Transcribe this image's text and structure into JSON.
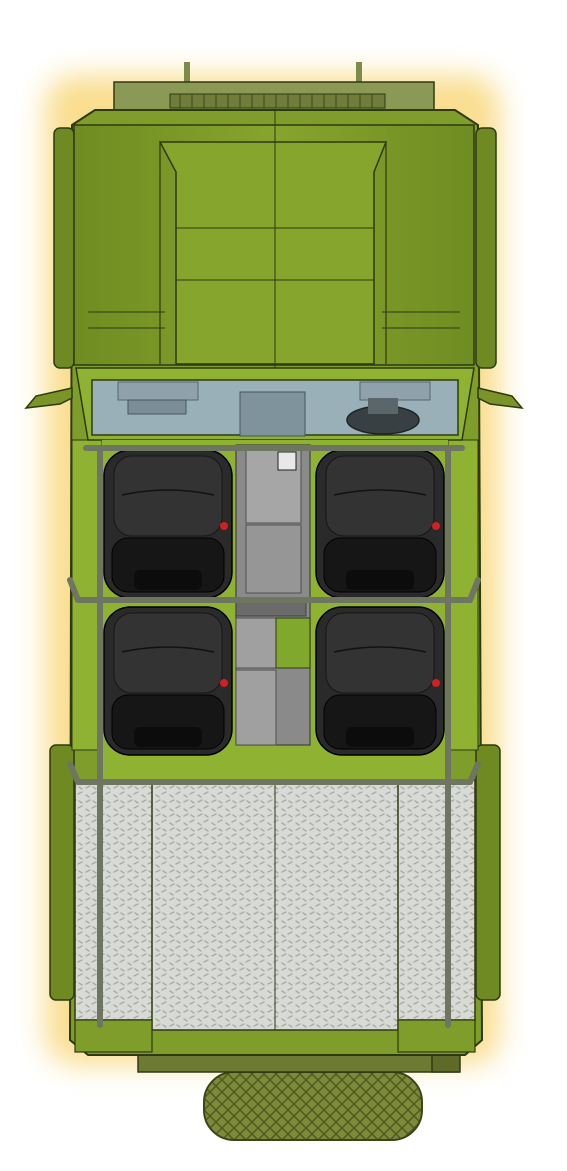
{
  "view": {
    "subject": "vehicle-top-view",
    "colors": {
      "background": "#ffffff",
      "glow": "#f5c542",
      "body": "#7f9d2a",
      "body_light": "#8fb233",
      "body_dark": "#5f7a1c",
      "line": "#2e3a12",
      "glass": "#9ab0b8",
      "seat": "#2a2a2a",
      "seat_dark": "#161616",
      "console": "#8a8a8a",
      "console_light": "#a6a6a6",
      "rollbar": "#6e7560",
      "bed_plate": "#d8dad6",
      "tire": "#7c8a3a",
      "light": "#d02020"
    },
    "seats": [
      {
        "name": "seat-front-left"
      },
      {
        "name": "seat-front-right"
      },
      {
        "name": "seat-rear-left"
      },
      {
        "name": "seat-rear-right"
      }
    ]
  }
}
